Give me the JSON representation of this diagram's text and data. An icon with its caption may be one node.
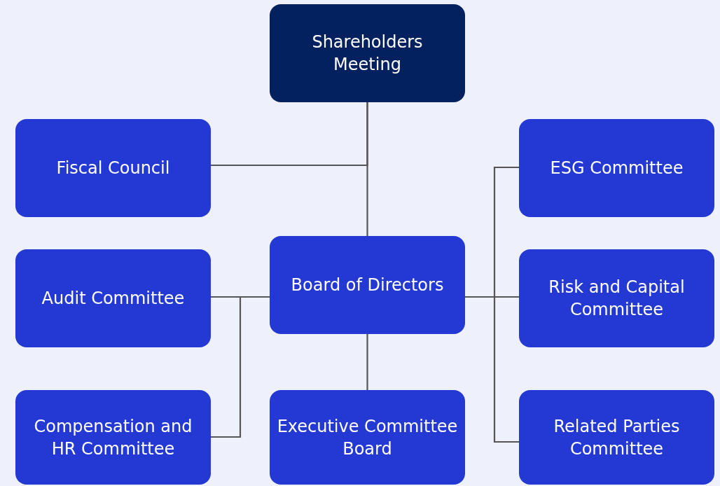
{
  "diagram": {
    "nodes": [
      {
        "text": [
          "Shareholders Meeting"
        ]
      },
      {
        "text": [
          "Fiscal Council"
        ]
      },
      {
        "text": [
          "ESG Committee"
        ]
      },
      {
        "text": [
          "Audit Committee"
        ]
      },
      {
        "text": [
          "Board of Directors"
        ]
      },
      {
        "text": [
          "Risk and Capital Committee"
        ]
      },
      {
        "text": [
          "Compensation and HR Committee"
        ]
      },
      {
        "text": [
          "Executive Committee Board"
        ]
      },
      {
        "text": [
          "Related Parties Committee"
        ]
      }
    ],
    "edges": [
      {
        "from": 0,
        "to": 4,
        "arrow": "none"
      },
      {
        "from": 0,
        "to": 1,
        "arrow": "none"
      },
      {
        "from": 4,
        "to": 2,
        "arrow": "none"
      },
      {
        "from": 4,
        "to": 3,
        "arrow": "none"
      },
      {
        "from": 4,
        "to": 5,
        "arrow": "none"
      },
      {
        "from": 4,
        "to": 6,
        "arrow": "none"
      },
      {
        "from": 4,
        "to": 7,
        "arrow": "none"
      },
      {
        "from": 4,
        "to": 8,
        "arrow": "none"
      }
    ]
  }
}
